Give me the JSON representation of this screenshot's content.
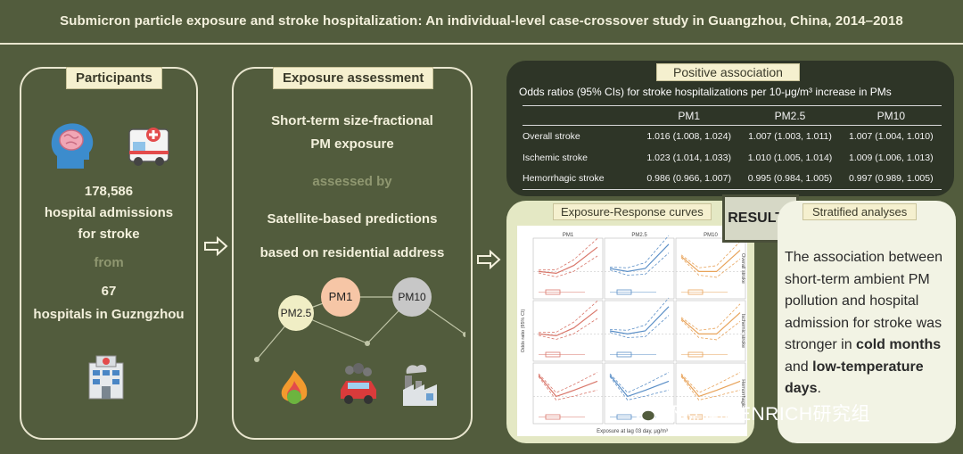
{
  "title": "Submicron particle exposure and stroke hospitalization: An individual-level case-crossover study in Guangzhou, China, 2014–2018",
  "participants": {
    "tag": "Participants",
    "count": "178,586",
    "line1": "hospital admissions",
    "line2": "for stroke",
    "from": "from",
    "hospitals": "67",
    "line3": "hospitals in Guzngzhou"
  },
  "exposure": {
    "tag": "Exposure assessment",
    "line1": "Short-term size-fractional",
    "line2": "PM exposure",
    "assessed": "assessed by",
    "line3": "Satellite-based predictions",
    "line4": "based on residential address",
    "nodes": [
      "PM1",
      "PM2.5",
      "PM10"
    ]
  },
  "association": {
    "tag": "Positive association",
    "caption": "Odds ratios (95% CIs) for stroke hospitalizations per 10-μg/m³ increase in PMs",
    "columns": [
      "PM1",
      "PM2.5",
      "PM10"
    ],
    "rows": [
      {
        "label": "Overall stroke",
        "values": [
          "1.016 (1.008, 1.024)",
          "1.007 (1.003, 1.011)",
          "1.007 (1.004, 1.010)"
        ]
      },
      {
        "label": "Ischemic stroke",
        "values": [
          "1.023 (1.014, 1.033)",
          "1.010 (1.005, 1.014)",
          "1.009 (1.006, 1.013)"
        ]
      },
      {
        "label": "Hemorrhagic stroke",
        "values": [
          "0.986 (0.966, 1.007)",
          "0.995 (0.984, 1.005)",
          "0.997 (0.989, 1.005)"
        ]
      }
    ]
  },
  "exposure_response": {
    "tag": "Exposure-Response curves",
    "ylabel": "Odds ratio (95% CI)",
    "xlabel": "Exposure at lag 03 day, μg/m³",
    "panel_cols": [
      "PM1",
      "PM2.5",
      "PM10"
    ],
    "panel_rows": [
      "Overall stroke",
      "Ischemic stroke",
      "Hemorrhagic"
    ],
    "colors": [
      "#d9776b",
      "#5b8fc7",
      "#e8a35a"
    ]
  },
  "results": {
    "label": "RESULTS"
  },
  "stratified": {
    "tag": "Stratified analyses",
    "text_a": "The association between short-term ambient PM pollution and hospital admission for stroke was stronger in ",
    "bold_a": "cold months",
    "text_b": " and ",
    "bold_b": "low-temperature days",
    "text_c": "."
  },
  "watermark": "环境健康ENRICH研究组"
}
